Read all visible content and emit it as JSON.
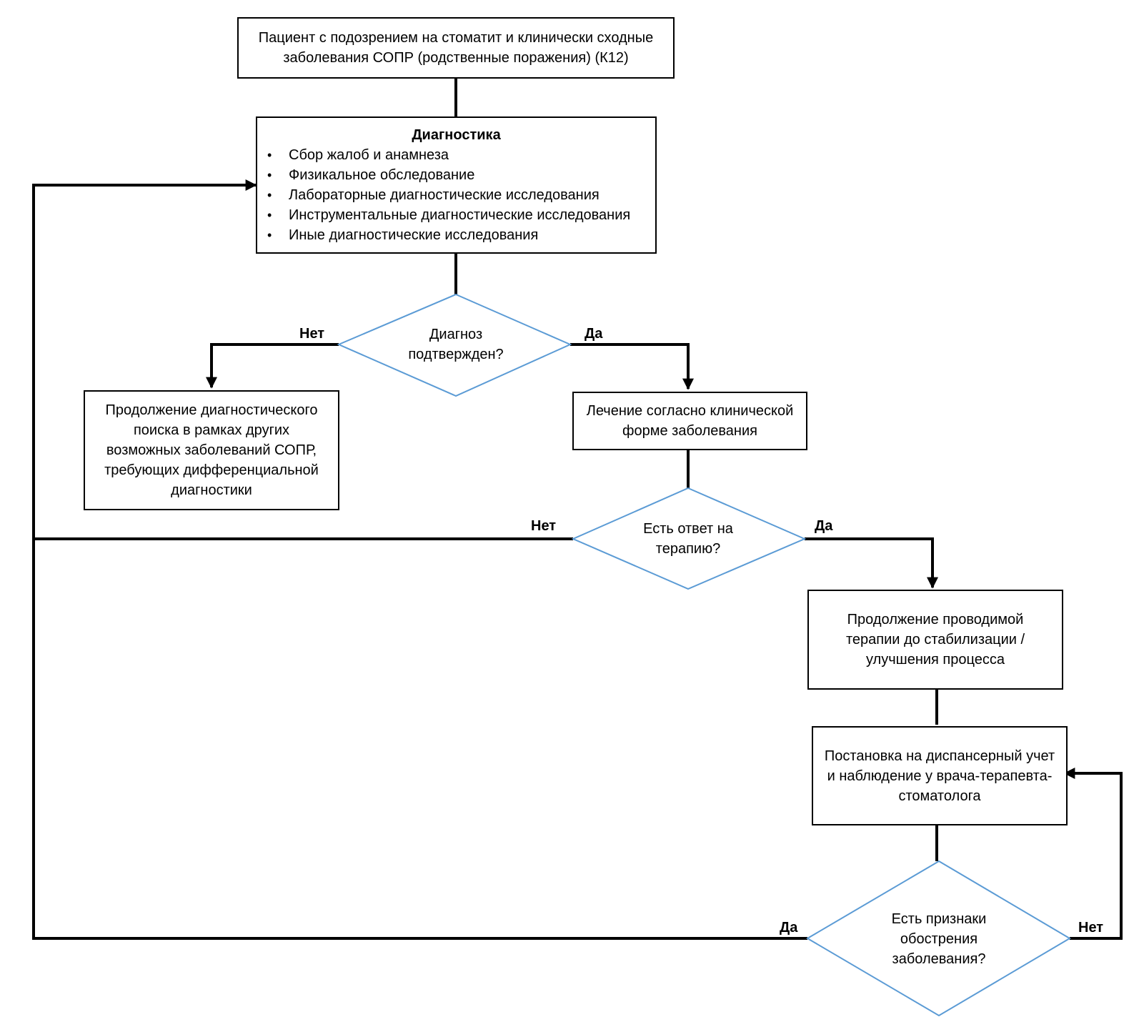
{
  "nodes": {
    "start": {
      "lines": [
        "Пациент с подозрением на стоматит и клинически сходные",
        "заболевания СОПР (родственные поражения) (К12)"
      ]
    },
    "diagnostics": {
      "title": "Диагностика",
      "items": [
        "Сбор жалоб и анамнеза",
        "Физикальное обследование",
        "Лабораторные диагностические исследования",
        "Инструментальные диагностические исследования",
        "Иные диагностические исследования"
      ]
    },
    "q_confirmed": {
      "lines": [
        "Диагноз",
        "подтвержден?"
      ]
    },
    "continue_search": {
      "lines": [
        "Продолжение диагностического",
        "поиска в рамках других",
        "возможных заболеваний СОПР,",
        "требующих дифференциальной",
        "диагностики"
      ]
    },
    "treatment": {
      "lines": [
        "Лечение согласно клинической",
        "форме заболевания"
      ]
    },
    "q_response": {
      "lines": [
        "Есть ответ на",
        "терапию?"
      ]
    },
    "continue_therapy": {
      "lines": [
        "Продолжение проводимой",
        "терапии до стабилизации /",
        "улучшения процесса"
      ]
    },
    "dispensary": {
      "lines": [
        "Постановка на диспансерный учет",
        "и наблюдение у врача-терапевта-",
        "стоматолога"
      ]
    },
    "q_exacerbation": {
      "lines": [
        "Есть признаки",
        "обострения",
        "заболевания?"
      ]
    }
  },
  "edge_labels": {
    "q1_no": "Нет",
    "q1_yes": "Да",
    "q2_no": "Нет",
    "q2_yes": "Да",
    "q3_yes": "Да",
    "q3_no": "Нет"
  },
  "colors": {
    "line": "#000000",
    "decision_border": "#5b9bd5",
    "box_border": "#000000"
  }
}
